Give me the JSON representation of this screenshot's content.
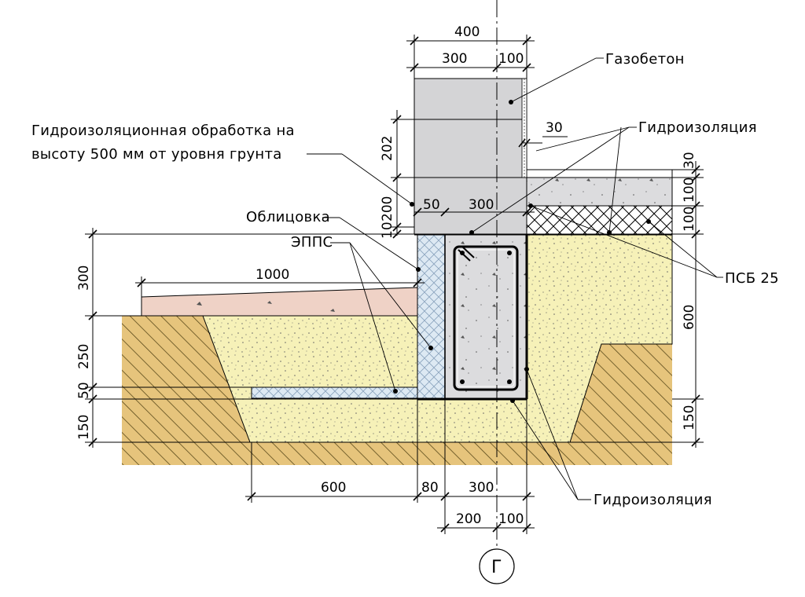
{
  "labels": {
    "gazobeton": "Газобетон",
    "waterproofing_treatment_line1": "Гидроизоляционная обработка на",
    "waterproofing_treatment_line2": "высоту 500 мм от уровня грунта",
    "oblitsovka": "Облицовка",
    "epps": "ЭППС",
    "gidroizolyatsiya_top": "Гидроизоляция",
    "gidroizolyatsiya_bottom": "Гидроизоляция",
    "psb": "ПСБ 25"
  },
  "dimensions": {
    "top_total": "400",
    "top_left": "300",
    "top_right": "100",
    "gap": "30",
    "wall_upper": "202",
    "wall_lower": "200",
    "small_10": "10",
    "under_50": "50",
    "under_300": "300",
    "left_300": "300",
    "paving_1000": "1000",
    "left_250": "250",
    "left_50": "50",
    "left_150": "150",
    "right_30": "30",
    "right_100a": "100",
    "right_100b": "100",
    "right_600": "600",
    "right_150": "150",
    "bottom_600": "600",
    "bottom_80": "80",
    "bottom_300": "300",
    "bottom_200": "200",
    "bottom_100": "100"
  },
  "grid_axis": "Г",
  "colors": {
    "aerated_concrete": "#d4d4d6",
    "concrete": "#dcdcde",
    "sand": "#f6f1b8",
    "soil": "#e6c47c",
    "paving": "#efd2c6",
    "xps": "#dde9f3",
    "insulation_psb": "#ffffff",
    "slab": "#dedede"
  }
}
